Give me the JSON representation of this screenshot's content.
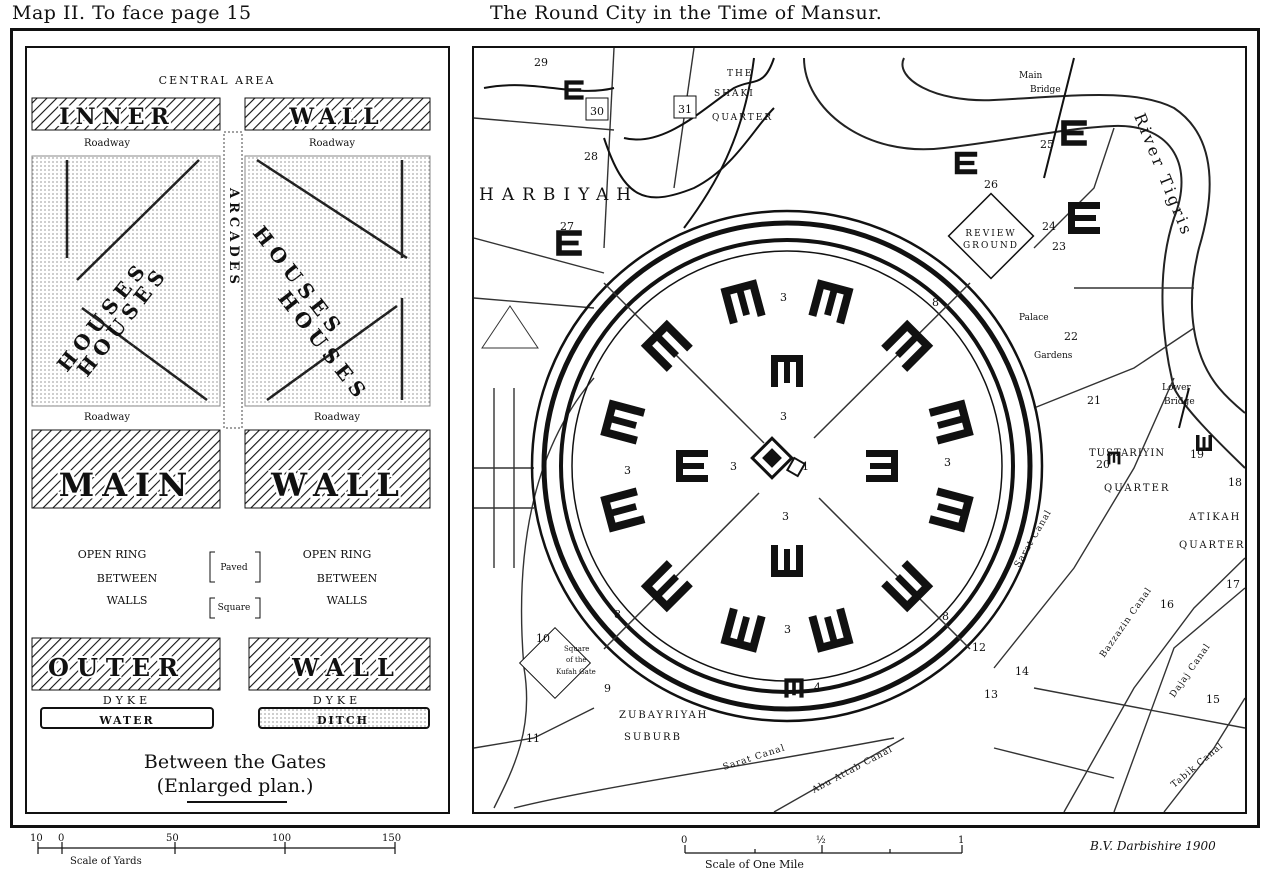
{
  "header": {
    "left_title": "Map II. To face page 15",
    "right_title": "The Round City in the Time of Mansur."
  },
  "inset": {
    "central_area": "CENTRAL     AREA",
    "inner_wall_left": "INNER",
    "inner_wall_right": "WALL",
    "roadway": "Roadway",
    "arcades": "ARCADES",
    "houses": "HOUSES",
    "main_wall_left": "MAIN",
    "main_wall_right": "WALL",
    "open_ring": "OPEN RING",
    "between": "BETWEEN",
    "walls": "WALLS",
    "paved": "Paved",
    "square": "Square",
    "outer_wall_left": "OUTER",
    "outer_wall_right": "WALL",
    "dyke": "DYKE",
    "water": "WATER",
    "ditch": "DITCH",
    "caption_line1": "Between the Gates",
    "caption_line2": "(Enlarged plan.)"
  },
  "map": {
    "harbiyah": "HARBIYAH",
    "shakiri_quarter_1": "THE",
    "shakiri_quarter_2": "SHAKI",
    "shakiri_quarter_3": "QUARTER",
    "main_bridge_1": "Main",
    "main_bridge_2": "Bridge",
    "river_tigris": "River Tigris",
    "review_ground_1": "REVIEW",
    "review_ground_2": "GROUND",
    "palace_gardens_1": "Palace",
    "palace_gardens_2": "Gardens",
    "lower_bridge_1": "Lower",
    "lower_bridge_2": "Bridge",
    "tustariyin": "TUSTARIYIN",
    "tustariyin_quarter": "QUARTER",
    "atikah": "ATIKAH",
    "atikah_quarter": "QUARTER",
    "zubayriyah": "ZUBAYRIYAH",
    "suburb": "SUBURB",
    "kufah_gate_1": "Square",
    "kufah_gate_2": "of the",
    "kufah_gate_3": "Kufah Gate",
    "sarat_canal": "Sarat Canal",
    "sarat_canal_2": "Sarat Canal",
    "abu_attab_canal": "Abu Attab Canal",
    "isa_canal": "Bazzazin Canal",
    "dajaj_canal": "Dajaj Canal",
    "tabik_canal": "Tabik Canal",
    "numbers": {
      "n1": "1",
      "n2": "2",
      "n3": "3",
      "n4": "4",
      "n8": "8",
      "n9": "9",
      "n10": "10",
      "n11": "11",
      "n12": "12",
      "n13": "13",
      "n14": "14",
      "n15": "15",
      "n16": "16",
      "n17": "17",
      "n18": "18",
      "n19": "19",
      "n20": "20",
      "n21": "21",
      "n22": "22",
      "n23": "23",
      "n24": "24",
      "n25": "25",
      "n26": "26",
      "n27": "27",
      "n28": "28",
      "n29": "29",
      "n30": "30",
      "n31": "31"
    }
  },
  "scales": {
    "yards_ticks": [
      "10",
      "0",
      "50",
      "100",
      "150"
    ],
    "yards_label": "Scale of Yards",
    "mile_ticks": [
      "0",
      "½",
      "1"
    ],
    "mile_label": "Scale   of   One   Mile",
    "signature": "B.V. Darbishire 1900"
  }
}
